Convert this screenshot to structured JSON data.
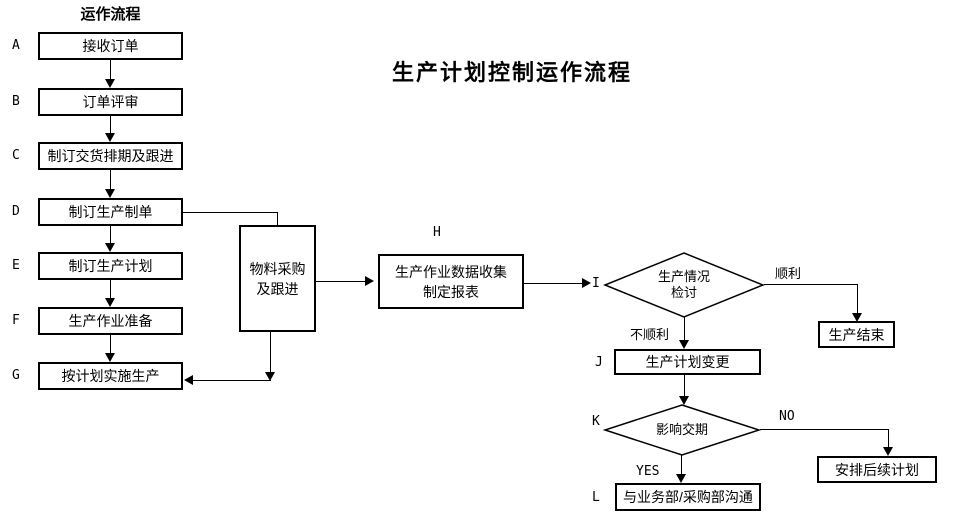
{
  "page_title": "生产计划控制运作流程",
  "column_title": "运作流程",
  "colors": {
    "line": "#000000",
    "background": "#ffffff",
    "box_fill": "#ffffff"
  },
  "steps": [
    {
      "letter": "A",
      "label": "接收订单"
    },
    {
      "letter": "B",
      "label": "订单评审"
    },
    {
      "letter": "C",
      "label": "制订交货排期及跟进"
    },
    {
      "letter": "D",
      "label": "制订生产制单"
    },
    {
      "letter": "E",
      "label": "制订生产计划"
    },
    {
      "letter": "F",
      "label": "生产作业准备"
    },
    {
      "letter": "G",
      "label": "按计划实施生产"
    }
  ],
  "material_box": {
    "line1": "物料采购",
    "line2": "及跟进"
  },
  "step_h": {
    "letter": "H",
    "line1": "生产作业数据收集",
    "line2": "制定报表"
  },
  "decision_i": {
    "letter": "I",
    "line1": "生产情况",
    "line2": "检讨"
  },
  "branch_labels": {
    "smooth": "顺利",
    "not_smooth": "不顺利",
    "yes": "YES",
    "no": "NO"
  },
  "end_box": {
    "label": "生产结束"
  },
  "step_j": {
    "letter": "J",
    "label": "生产计划变更"
  },
  "decision_k": {
    "letter": "K",
    "label": "影响交期"
  },
  "followup_box": {
    "label": "安排后续计划"
  },
  "step_l": {
    "letter": "L",
    "label": "与业务部/采购部沟通"
  }
}
